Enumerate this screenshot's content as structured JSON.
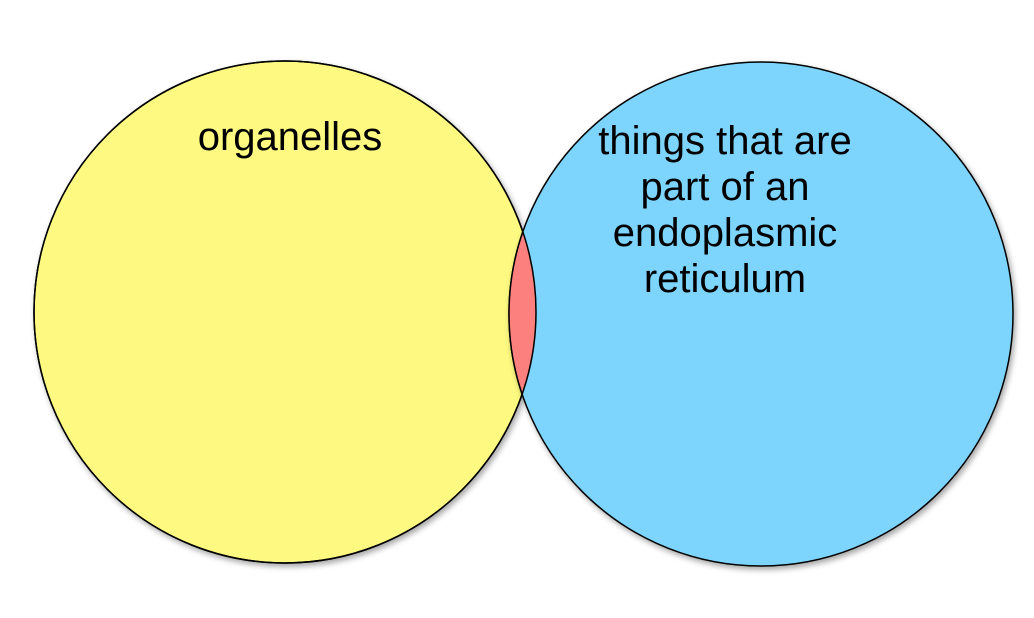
{
  "venn": {
    "sets": [
      {
        "label_lines": [
          "organelles"
        ],
        "fill": "#FDF981"
      },
      {
        "label_lines": [
          "things that are",
          "part of an",
          "endoplasmic",
          "reticulum"
        ],
        "fill": "#7DD5FD"
      }
    ],
    "intersection": {
      "fill": "#FC807E"
    },
    "stroke": "#000000"
  }
}
